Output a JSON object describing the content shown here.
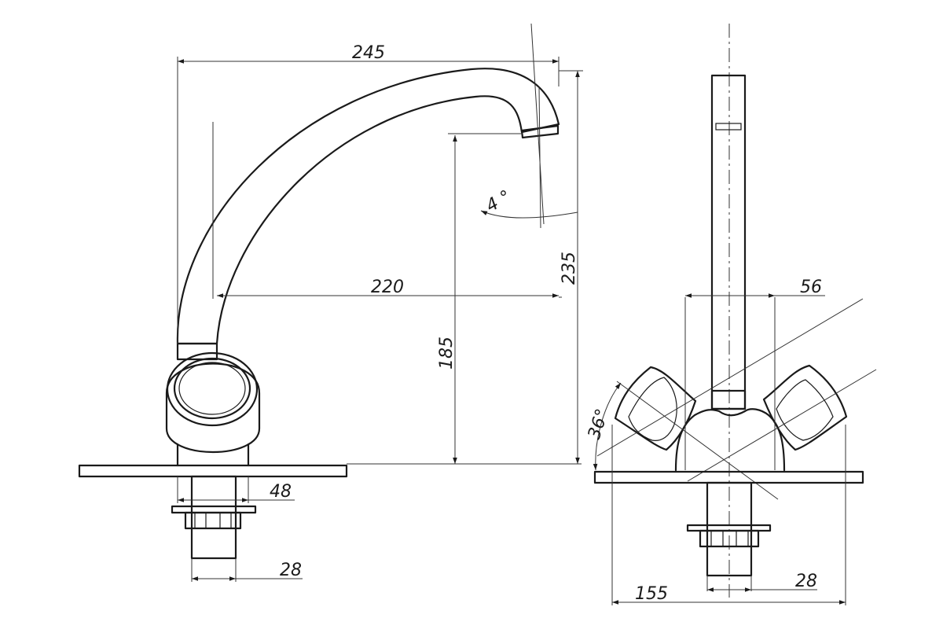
{
  "dimensions": {
    "overall_reach": "245",
    "spout_reach": "220",
    "total_height": "235",
    "outlet_height": "185",
    "spout_tilt_angle": "4 °",
    "body_width": "48",
    "shank_diameter_left": "28",
    "handle_spacing": "56",
    "handle_angle": "36°",
    "overall_width_front": "155",
    "shank_diameter_right": "28"
  }
}
